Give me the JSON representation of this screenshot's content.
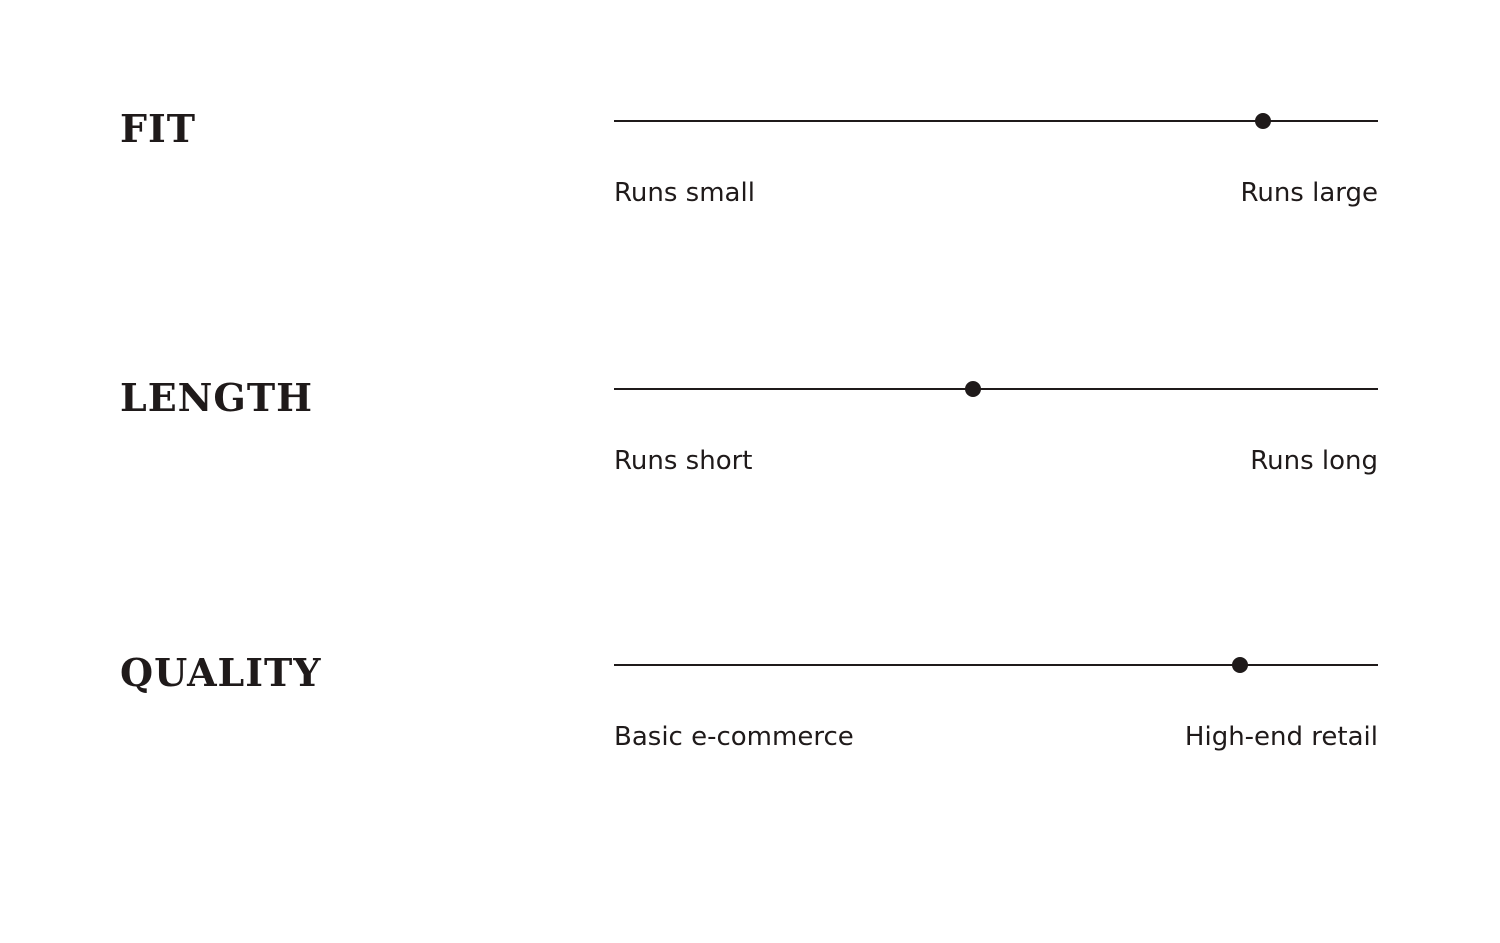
{
  "colors": {
    "ink": "#1f1a1a",
    "background": "#ffffff"
  },
  "ratings": [
    {
      "title": "FIT",
      "min_label": "Runs small",
      "max_label": "Runs large",
      "level": 0.85
    },
    {
      "title": "LENGTH",
      "min_label": "Runs short",
      "max_label": "Runs long",
      "level": 0.47
    },
    {
      "title": "QUALITY",
      "min_label": "Basic e-commerce",
      "max_label": "High-end retail",
      "level": 0.82
    }
  ]
}
